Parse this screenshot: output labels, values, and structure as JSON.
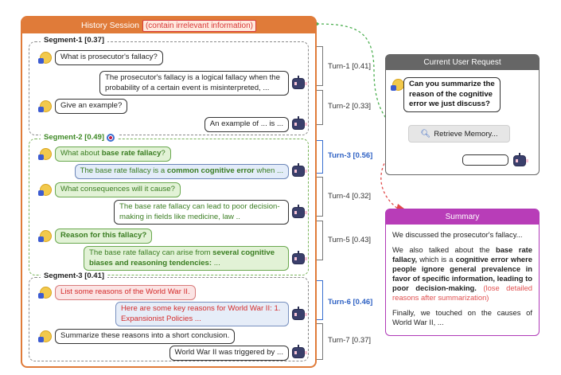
{
  "history": {
    "title": "History Session",
    "tag": "(contain irrelevant information)",
    "segments": [
      {
        "label": "Segment-1 [0.37]"
      },
      {
        "label": "Segment-2 [0.49]"
      },
      {
        "label": "Segment-3 [0.41]"
      }
    ],
    "messages": {
      "m1": "What is prosecutor's fallacy?",
      "m2": "The prosecutor's fallacy is a logical fallacy when the probability of a certain event is misinterpreted, ...",
      "m3": "Give an example?",
      "m4": "An example of ... is ...",
      "m5_pre": "What about ",
      "m5_bold": "base rate fallacy",
      "m5_post": "?",
      "m6_pre": "The base rate fallacy is a ",
      "m6_bold": "common cognitive error",
      "m6_post": " when ...",
      "m7": "What consequences will it cause?",
      "m8": "The base rate fallacy can lead to poor decision-making in fields like medicine, law ..",
      "m9": "Reason for this fallacy?",
      "m10_pre": "The base rate fallacy can arise from ",
      "m10_bold": "several cognitive biases and reasoning tendencies:",
      "m10_post": " ...",
      "m11": "List some reasons of the World War II.",
      "m12": "Here are some key reasons for World War II: 1. Expansionist Policies ...",
      "m13": "Summarize these reasons into a short conclusion.",
      "m14": "World War II was triggered by ..."
    }
  },
  "turns": [
    {
      "label": "Turn-1 [0.41]"
    },
    {
      "label": "Turn-2 [0.33]"
    },
    {
      "label": "Turn-3 [0.56]"
    },
    {
      "label": "Turn-4 [0.32]"
    },
    {
      "label": "Turn-5 [0.43]"
    },
    {
      "label": "Turn-6 [0.46]"
    },
    {
      "label": "Turn-7 [0.37]"
    }
  ],
  "request": {
    "title": "Current User Request",
    "question": "Can you summarize the reason of the cognitive error we just discuss?",
    "retrieve_label": "Retrieve Memory..."
  },
  "summary": {
    "title": "Summary",
    "p1": "We discussed the prosecutor's fallacy...",
    "p2_pre": "We also talked about the ",
    "p2_bold": "base rate fallacy,",
    "p2_mid": " which is a ",
    "p2_bold2": "cognitive error where people ignore general prevalence in favor of specific information, leading to poor decision-making.",
    "p2_lose": " (lose detailed reasons after summarization)",
    "p3": "Finally, we touched on the causes of World War II, ..."
  },
  "colors": {
    "history_accent": "#e07b39",
    "relevant_green": "#6aa84f",
    "highlight_blue": "#2f62c4",
    "summary_purple": "#b83db8",
    "warning_red": "#d42b2b"
  }
}
